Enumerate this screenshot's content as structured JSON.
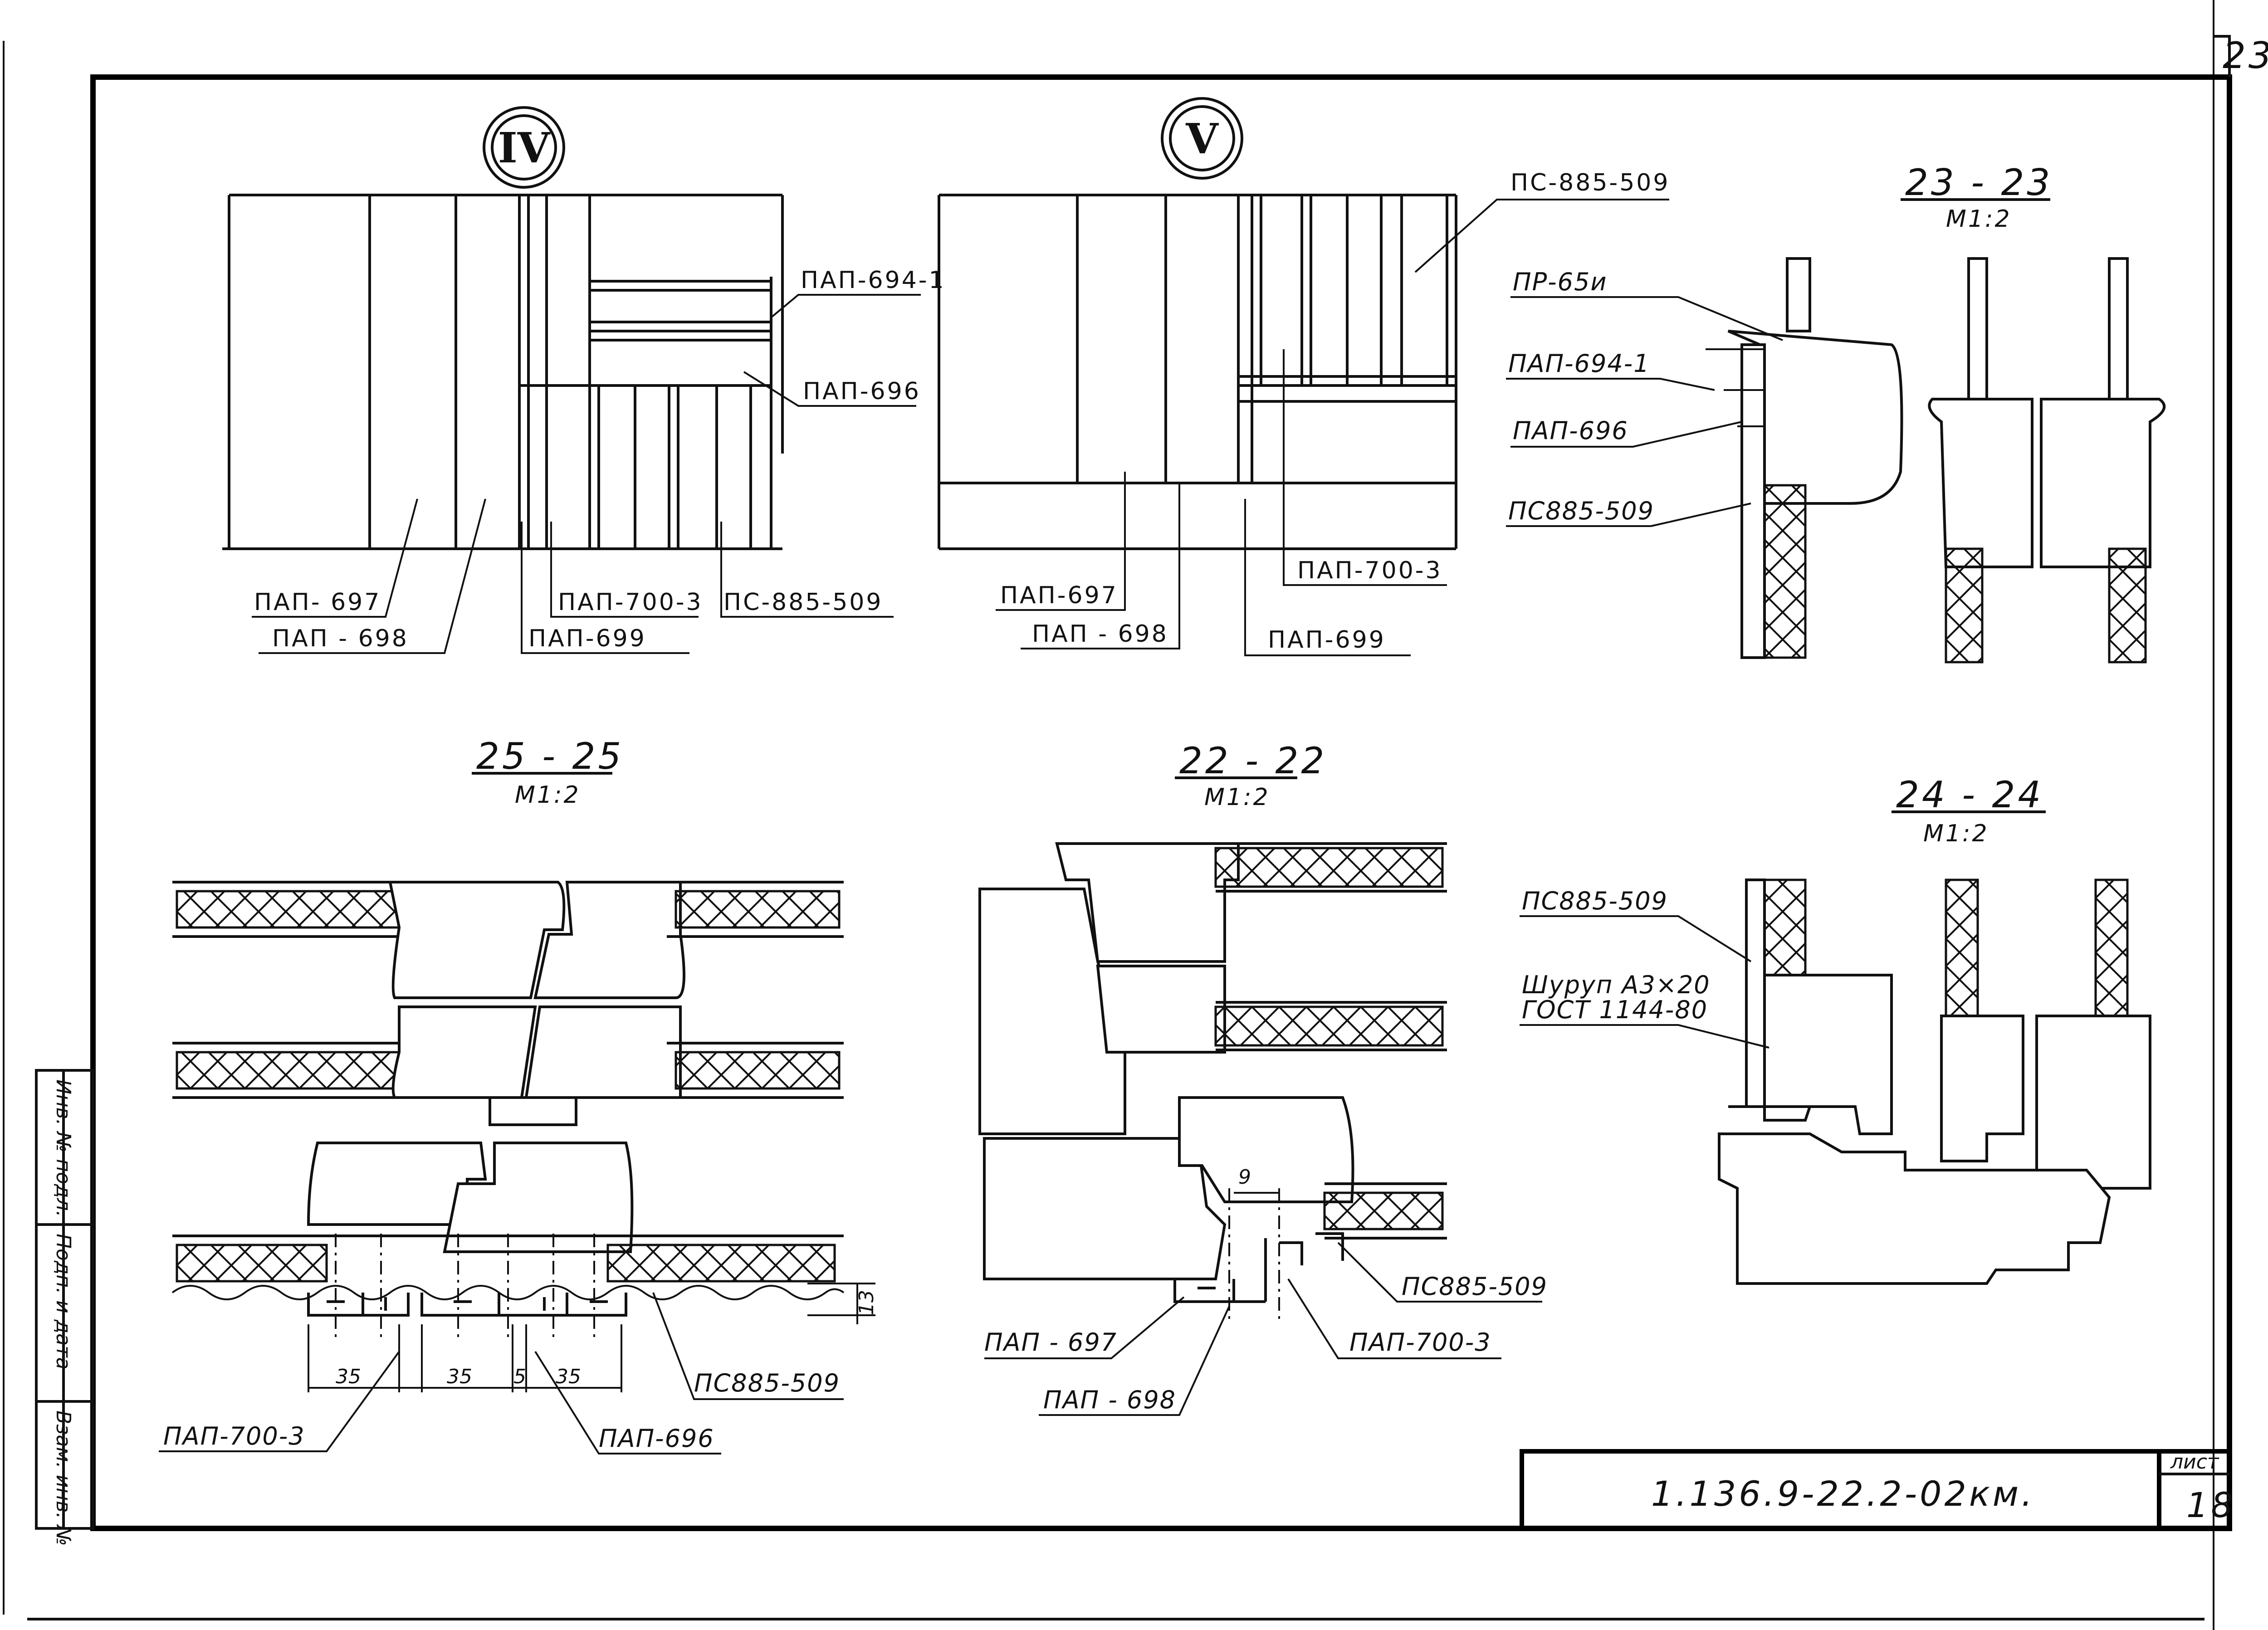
{
  "sheet": {
    "corner_number": "23",
    "sheet_label": "лист",
    "sheet_number": "18",
    "document_code": "1.136.9-22.2-02км."
  },
  "views": {
    "view4": {
      "marker": "IV",
      "labels": {
        "pap694_1": "ПАП-694-1",
        "pap696": "ПАП-696",
        "pap697": "ПАП- 697",
        "pap698": "ПАП - 698",
        "pap700_3": "ПАП-700-3",
        "pap699": "ПАП-699",
        "ps885_509": "ПС-885-509"
      }
    },
    "view5": {
      "marker": "V",
      "labels": {
        "ps885_509": "ПС-885-509",
        "pap697": "ПАП-697",
        "pap698": "ПАП - 698",
        "pap700_3": "ПАП-700-3",
        "pap699": "ПАП-699"
      }
    }
  },
  "sections": {
    "s23": {
      "title": "23 - 23",
      "scale": "М1:2",
      "labels": {
        "pr65": "ПР-65и",
        "pap694_1": "ПАП-694-1",
        "pap696": "ПАП-696",
        "ps885": "ПС885-509"
      }
    },
    "s25": {
      "title": "25 - 25",
      "scale": "М1:2",
      "dims": {
        "a": "35",
        "b": "35",
        "c": "5",
        "d": "35",
        "h": "13"
      },
      "labels": {
        "pap700_3": "ПАП-700-3",
        "pap696": "ПАП-696",
        "ps885": "ПС885-509"
      }
    },
    "s22": {
      "title": "22 - 22",
      "scale": "М1:2",
      "dims": {
        "a": "9"
      },
      "labels": {
        "pap697": "ПАП - 697",
        "pap698": "ПАП - 698",
        "pap700_3": "ПАП-700-3",
        "ps885": "ПС885-509"
      }
    },
    "s24": {
      "title": "24 - 24",
      "scale": "М1:2",
      "labels": {
        "ps885": "ПС885-509",
        "screw_line1": "Шуруп А3×20",
        "screw_line2": "ГОСТ 1144-80"
      }
    }
  },
  "side_stamp": {
    "line1": "Инв. № подл.",
    "line2": "Подп. и дата",
    "line3": "Взам. инв. №"
  }
}
